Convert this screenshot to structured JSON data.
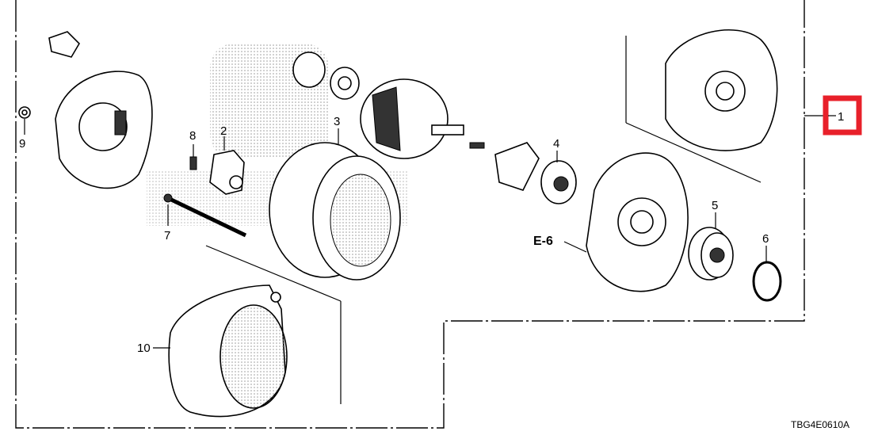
{
  "diagram": {
    "callouts": [
      {
        "id": "1",
        "highlighted": true
      },
      {
        "id": "2"
      },
      {
        "id": "3"
      },
      {
        "id": "4"
      },
      {
        "id": "5"
      },
      {
        "id": "6"
      },
      {
        "id": "7"
      },
      {
        "id": "8"
      },
      {
        "id": "9"
      },
      {
        "id": "10"
      }
    ],
    "reference": "E-6",
    "diagram_code": "TBG4E0610A",
    "highlight_color": "#e8202a"
  }
}
